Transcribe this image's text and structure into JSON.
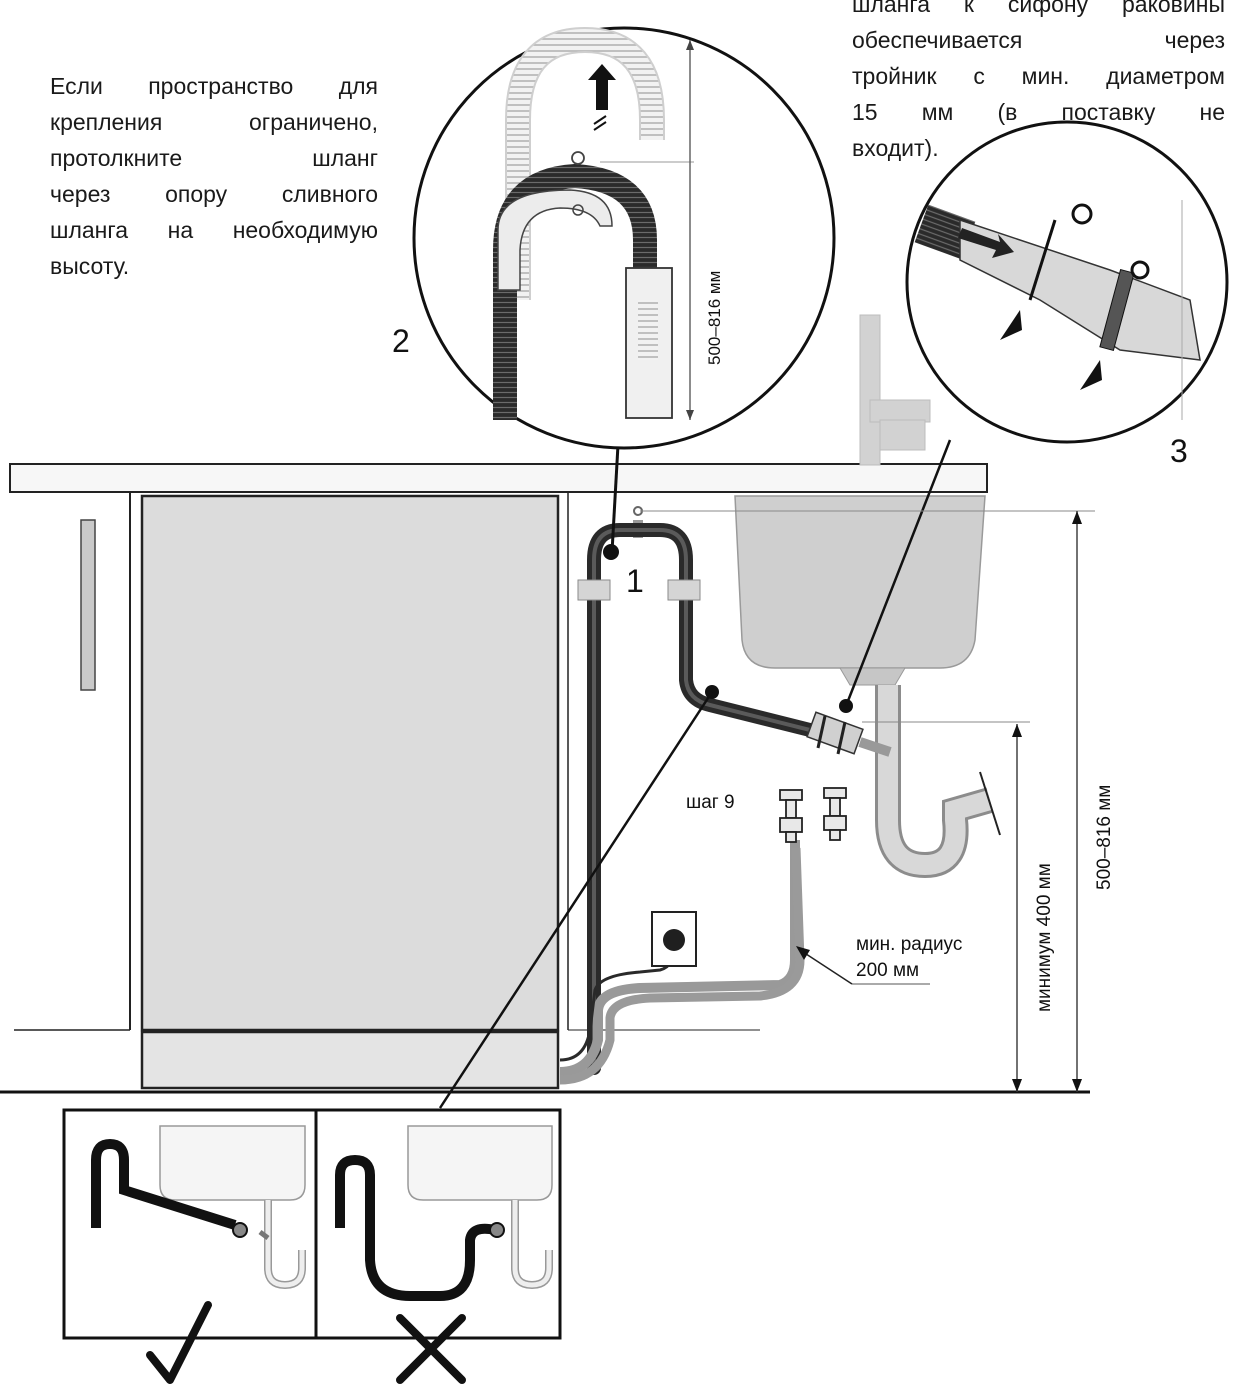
{
  "notes": {
    "left_lines": [
      "Если пространство для",
      "крепления ограничено,",
      "протолкните шланг",
      "через опору сливного",
      "шланга на необходимую",
      "высоту."
    ],
    "right_lines": [
      "шланга к сифону раковины",
      "обеспечивается через",
      "тройник с мин. диаметром",
      "15 мм (в поставку не",
      "входит)."
    ]
  },
  "callouts": {
    "num1": "1",
    "num2": "2",
    "num3": "3"
  },
  "dimensions": {
    "detail_height": "500–816 мм",
    "main_height": "500–816 мм",
    "min_height": "минимум 400 мм"
  },
  "labels": {
    "step": "шаг 9",
    "radius_line1": "мин. радиус",
    "radius_line2": "200 мм"
  },
  "colors": {
    "hose": "#2f2f2f",
    "inlet_hose": "#9a9a9a",
    "panel": "#dcdcdc",
    "sink": "#cfcfcf"
  }
}
